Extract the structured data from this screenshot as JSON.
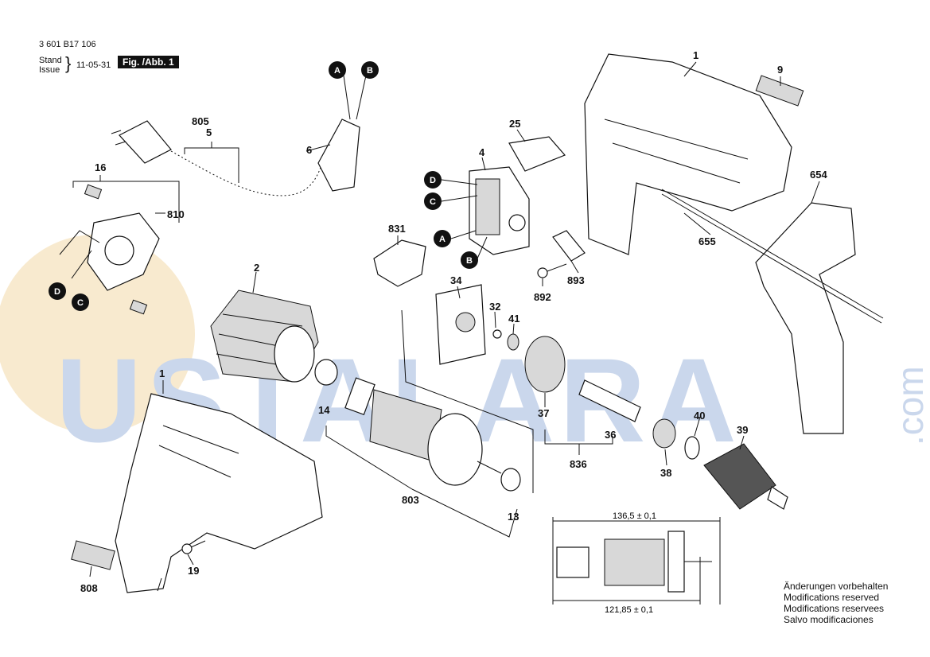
{
  "header": {
    "doc_number": "3 601 B17 106",
    "stand_label": "Stand",
    "issue_label": "Issue",
    "date": "11-05-31",
    "figure": "Fig. /Abb. 1"
  },
  "watermark": {
    "text": "USTALARA",
    "suffix": ".com",
    "color": "#9fb6dc"
  },
  "parts": {
    "p1a": "1",
    "p1b": "1",
    "p2": "2",
    "p4": "4",
    "p5": "5",
    "p6": "6",
    "p9": "9",
    "p13": "13",
    "p14": "14",
    "p16": "16",
    "p19": "19",
    "p25": "25",
    "p32": "32",
    "p34": "34",
    "p36": "36",
    "p37": "37",
    "p38": "38",
    "p39": "39",
    "p40": "40",
    "p41": "41",
    "p654": "654",
    "p655": "655",
    "p803": "803",
    "p805": "805",
    "p808": "808",
    "p810": "810",
    "p831": "831",
    "p836": "836",
    "p892": "892",
    "p893": "893"
  },
  "connectors": {
    "a": "A",
    "b": "B",
    "c": "C",
    "d": "D"
  },
  "dimensions": {
    "top": "136,5 ± 0,1",
    "bottom": "121,85 ± 0,1"
  },
  "notes": [
    "Änderungen vorbehalten",
    "Modifications reserved",
    "Modifications reservees",
    "Salvo modificaciones"
  ]
}
